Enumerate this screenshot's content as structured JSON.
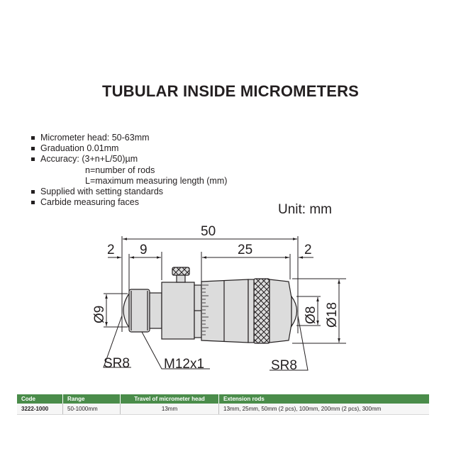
{
  "title": "TUBULAR INSIDE MICROMETERS",
  "features": [
    {
      "text": "Micrometer head: 50-63mm",
      "type": "bullet"
    },
    {
      "text": "Graduation 0.01mm",
      "type": "bullet"
    },
    {
      "text": "Accuracy: (3+n+L/50)µm",
      "type": "bullet"
    },
    {
      "text": "n=number of rods",
      "type": "sub"
    },
    {
      "text": "L=maximum measuring length (mm)",
      "type": "sub"
    },
    {
      "text": "Supplied with setting standards",
      "type": "bullet"
    },
    {
      "text": "Carbide measuring faces",
      "type": "bullet"
    }
  ],
  "unit_label": "Unit: mm",
  "drawing": {
    "dimensions": {
      "overall_length": "50",
      "left_gap": "2",
      "thread_length": "9",
      "thimble_length": "25",
      "right_gap": "2",
      "left_diameter": "Ø9",
      "right_tip_diameter": "Ø8",
      "body_diameter": "Ø18",
      "left_radius": "SR8",
      "thread": "M12x1",
      "right_radius": "SR8"
    },
    "colors": {
      "line": "#231f20",
      "body_fill": "#dcdcdc",
      "tip_fill": "#e6e6e6"
    }
  },
  "table": {
    "header_color": "#4a8c4a",
    "headers": [
      "Code",
      "Range",
      "Travel of micrometer head",
      "Extension rods"
    ],
    "rows": [
      [
        "3222-1000",
        "50-1000mm",
        "13mm",
        "13mm, 25mm, 50mm (2 pcs), 100mm, 200mm (2 pcs), 300mm"
      ]
    ]
  }
}
